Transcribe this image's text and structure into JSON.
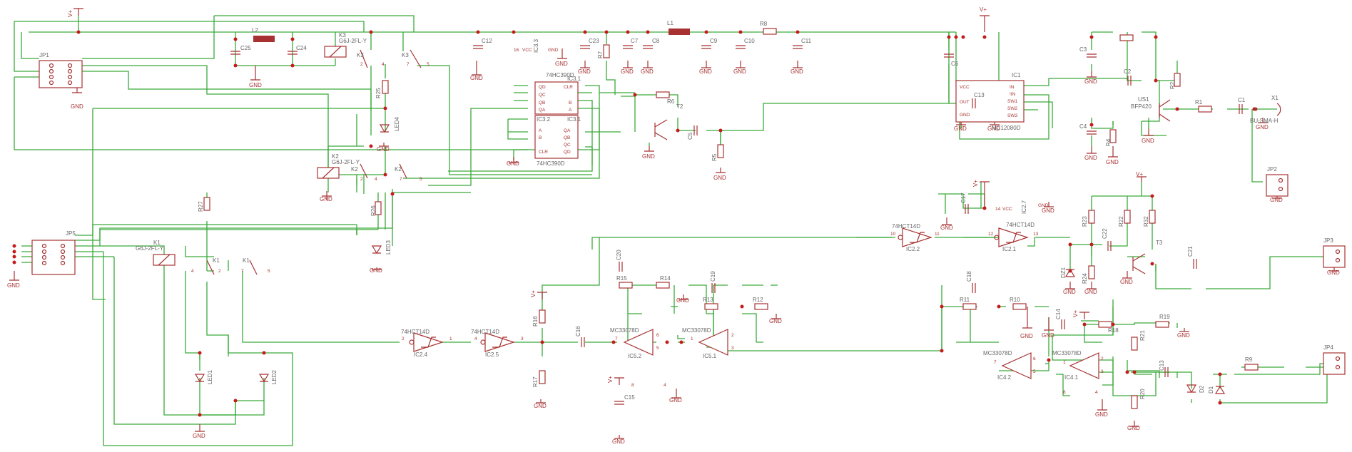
{
  "rails": {
    "vplus": "V+",
    "gnd": "GND",
    "vcc": "VCC"
  },
  "parts": {
    "jp1": "JP1",
    "jp2": "JP2",
    "jp3": "JP3",
    "jp4": "JP4",
    "jp5": "JP5",
    "x1": "X1",
    "x1_value": "BU-SMA-H",
    "l1": "L1",
    "l2": "L2",
    "k1": "K1",
    "k1_value": "G6J-2FL-Y",
    "k2": "K2",
    "k2_value": "G6J-2FL-Y",
    "k3": "K3",
    "k3_value": "G6J-2FL-Y",
    "ic1": "IC1",
    "ic1_value": "MC12080D",
    "ic3_1": "IC3.1",
    "ic3_2": "IC3.2",
    "ic3_3": "IC3.3",
    "ic3_value": "74HC390D",
    "ic2_1": "IC2.1",
    "ic2_2": "IC2.2",
    "ic2_4": "IC2.4",
    "ic2_5": "IC2.5",
    "ic2_7": "IC2.7",
    "ic2_value": "74HCT14D",
    "ic4_1": "IC4.1",
    "ic4_2": "IC4.2",
    "ic5_1": "IC5.1",
    "ic5_2": "IC5.2",
    "opamp_value": "MC33078D",
    "t2": "T2",
    "t3": "T3",
    "us1": "US1",
    "us1_value": "BFP420",
    "led1": "LED1",
    "led2": "LED2",
    "led3": "LED3",
    "led4": "LED4",
    "d1": "D1",
    "d2": "D2",
    "dz1": "DZ1",
    "r1": "R1",
    "r2": "R2",
    "r4": "R4",
    "r5": "R5",
    "r6": "R6",
    "r7": "R7",
    "r8": "R8",
    "r9": "R9",
    "r10": "R10",
    "r11": "R11",
    "r12": "R12",
    "r13": "R13",
    "r14": "R14",
    "r15": "R15",
    "r16": "R16",
    "r17": "R17",
    "r18": "R18",
    "r19": "R19",
    "r20": "R20",
    "r21": "R21",
    "r22": "R22",
    "r23": "R23",
    "r24": "R24",
    "r25": "R25",
    "r26": "R26",
    "r27": "R27",
    "r32": "R32",
    "c1": "C1",
    "c2": "C2",
    "c3": "C3",
    "c4": "C4",
    "c5": "C5",
    "c6": "C6",
    "c7": "C7",
    "c8": "C8",
    "c9": "C9",
    "c10": "C10",
    "c11": "C11",
    "c12": "C12",
    "c13": "C13",
    "c14": "C14",
    "c15": "C15",
    "c16": "C16",
    "c17": "C17",
    "c18": "C18",
    "c19": "C19",
    "c20": "C20",
    "c21": "C21",
    "c22": "C22",
    "c23": "C23",
    "c24": "C24",
    "c25": "C25"
  },
  "pins": {
    "ic1": {
      "vcc": "VCC",
      "out": "OUT",
      "gnd": "GND",
      "in": "IN",
      "nin": "!IN",
      "sw1": "SW1",
      "sw2": "SW2",
      "sw3": "SW3"
    },
    "ic3_1": {
      "qd": "QD",
      "qc": "QC",
      "qb": "QB",
      "qa": "QA",
      "clr": "CLR",
      "b": "B",
      "a": "A"
    },
    "ic3_2": {
      "a": "A",
      "b": "B",
      "clr": "CLR",
      "qa": "QA",
      "qb": "QB",
      "qc": "QC",
      "qd": "QD"
    }
  }
}
